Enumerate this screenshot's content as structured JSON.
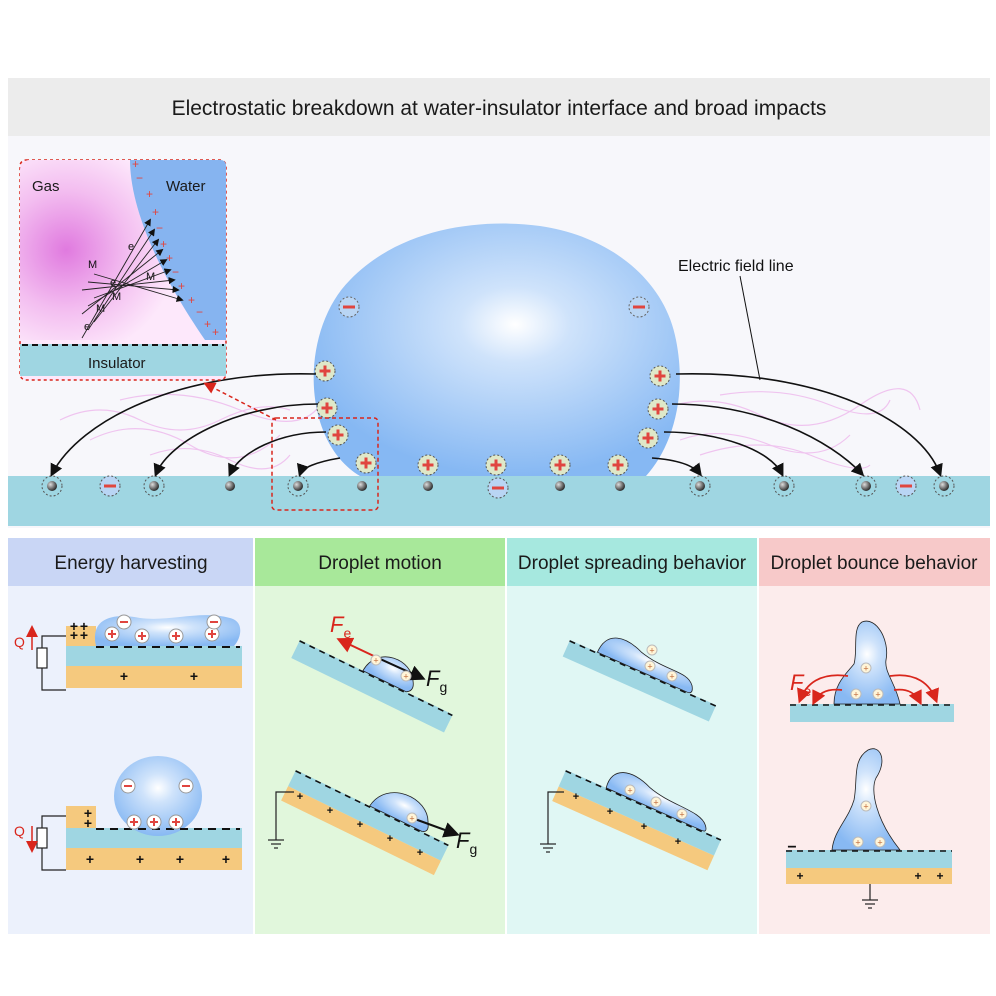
{
  "header": {
    "title": "Electrostatic breakdown at water-insulator interface and broad impacts"
  },
  "inset": {
    "gas_label": "Gas",
    "water_label": "Water",
    "insulator_label": "Insulator",
    "electron_symbol": "e",
    "molecule_symbol": "M"
  },
  "main": {
    "field_line_label": "Electric  field line"
  },
  "panels": [
    {
      "title": "Energy harvesting",
      "charge_label": "Q",
      "color": "#c9d6f5"
    },
    {
      "title": "Droplet motion",
      "force_e": "F",
      "force_e_sub": "e",
      "force_g": "F",
      "force_g_sub": "g",
      "color": "#a8e89a"
    },
    {
      "title": "Droplet spreading behavior",
      "color": "#a6e8df"
    },
    {
      "title": "Droplet bounce behavior",
      "force_e": "F",
      "force_e_sub": "e",
      "color": "#f7c9c9"
    }
  ],
  "symbols": {
    "plus": "+",
    "minus": "−"
  },
  "colors": {
    "water": "#8cbcf5",
    "substrate": "#9fd6e2",
    "electrode": "#f5c97e",
    "positive": "#e0453f",
    "negative": "#3a3a3a",
    "force": "#d9261c"
  }
}
